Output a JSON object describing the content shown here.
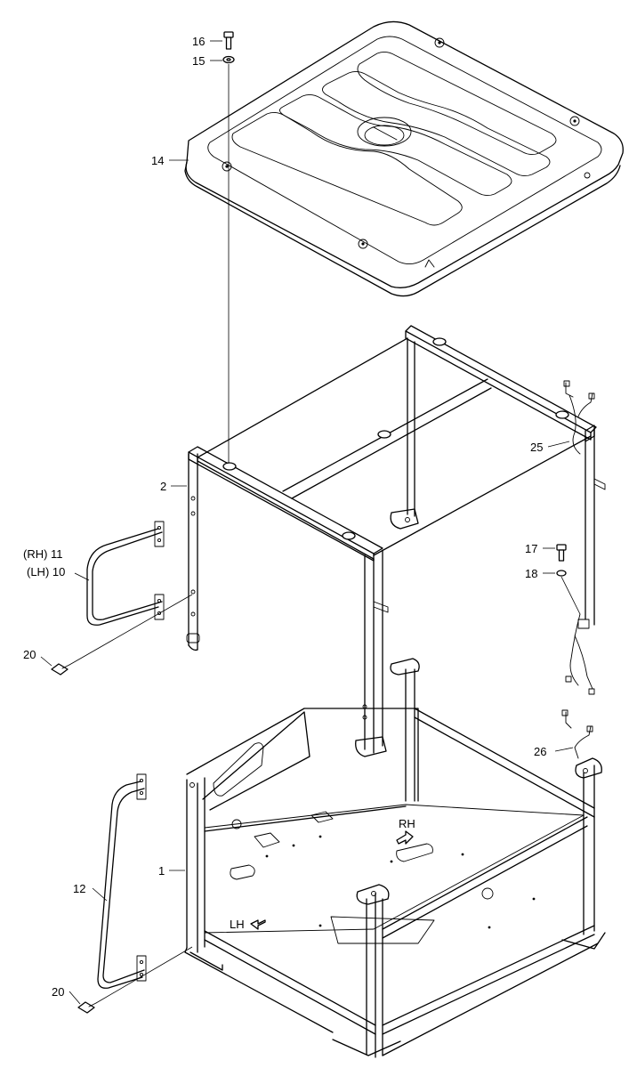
{
  "callouts": {
    "c16": "16",
    "c15": "15",
    "c14": "14",
    "c2": "2",
    "c11": "(RH) 11",
    "c10": "(LH) 10",
    "c20a": "20",
    "c25": "25",
    "c17": "17",
    "c18": "18",
    "c26": "26",
    "c1": "1",
    "c12": "12",
    "c20b": "20"
  },
  "direction_labels": {
    "rh": "RH",
    "lh": "LH"
  }
}
